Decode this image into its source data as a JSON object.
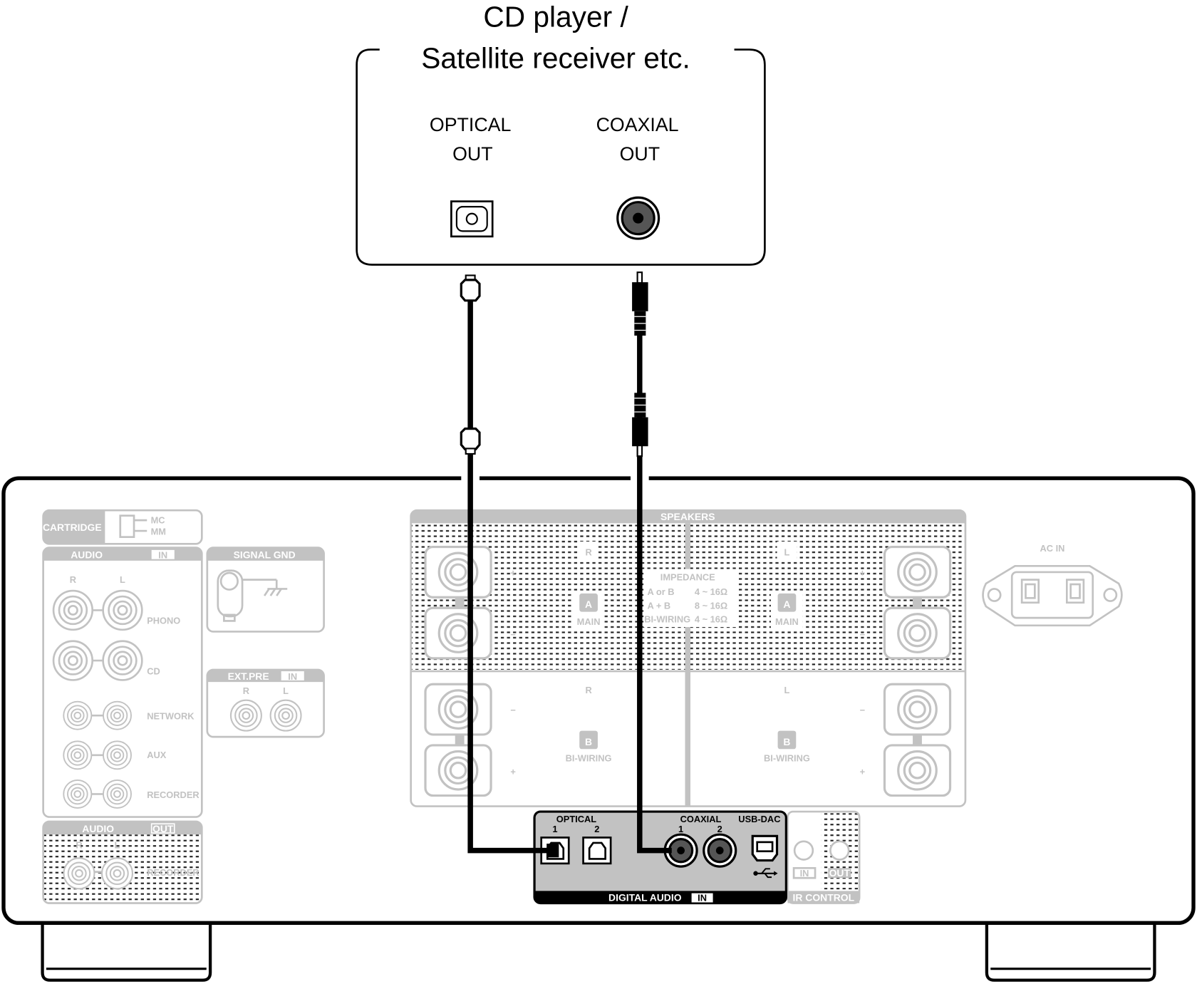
{
  "source_device": {
    "title_line1": "CD player /",
    "title_line2": "Satellite receiver etc.",
    "optical_label_line1": "OPTICAL",
    "optical_label_line2": "OUT",
    "coaxial_label_line1": "COAXIAL",
    "coaxial_label_line2": "OUT"
  },
  "amplifier": {
    "cartridge": {
      "label": "CARTRIDGE",
      "mc": "MC",
      "mm": "MM"
    },
    "audio_in": {
      "label": "AUDIO",
      "badge": "IN",
      "r": "R",
      "l": "L",
      "inputs": [
        "PHONO",
        "CD",
        "NETWORK",
        "AUX",
        "RECORDER"
      ]
    },
    "audio_out": {
      "label": "AUDIO",
      "badge": "OUT",
      "r": "R",
      "l": "L",
      "output": "RECORDER"
    },
    "signal_gnd": {
      "label": "SIGNAL GND"
    },
    "ext_pre": {
      "label": "EXT.PRE",
      "badge": "IN",
      "r": "R",
      "l": "L"
    },
    "speakers": {
      "label": "SPEAKERS",
      "r": "R",
      "l": "L",
      "a": "A",
      "main": "MAIN",
      "b": "B",
      "bi_wiring": "BI-WIRING",
      "plus": "+",
      "minus": "−",
      "impedance": {
        "title": "IMPEDANCE",
        "rows": [
          {
            "mode": "A or B",
            "value": "4 ~ 16Ω"
          },
          {
            "mode": "A + B",
            "value": "8 ~ 16Ω"
          },
          {
            "mode": "BI-WIRING",
            "value": "4 ~ 16Ω"
          }
        ]
      }
    },
    "ac_in": {
      "label": "AC IN"
    },
    "digital_audio": {
      "label": "DIGITAL AUDIO",
      "badge": "IN",
      "optical": "OPTICAL",
      "coaxial": "COAXIAL",
      "usb_dac": "USB-DAC",
      "port1": "1",
      "port2": "2"
    },
    "ir_control": {
      "label": "IR CONTROL",
      "in": "IN",
      "out": "OUT"
    }
  },
  "colors": {
    "panel_gray": "#c2c2c2",
    "outline": "#000000"
  }
}
